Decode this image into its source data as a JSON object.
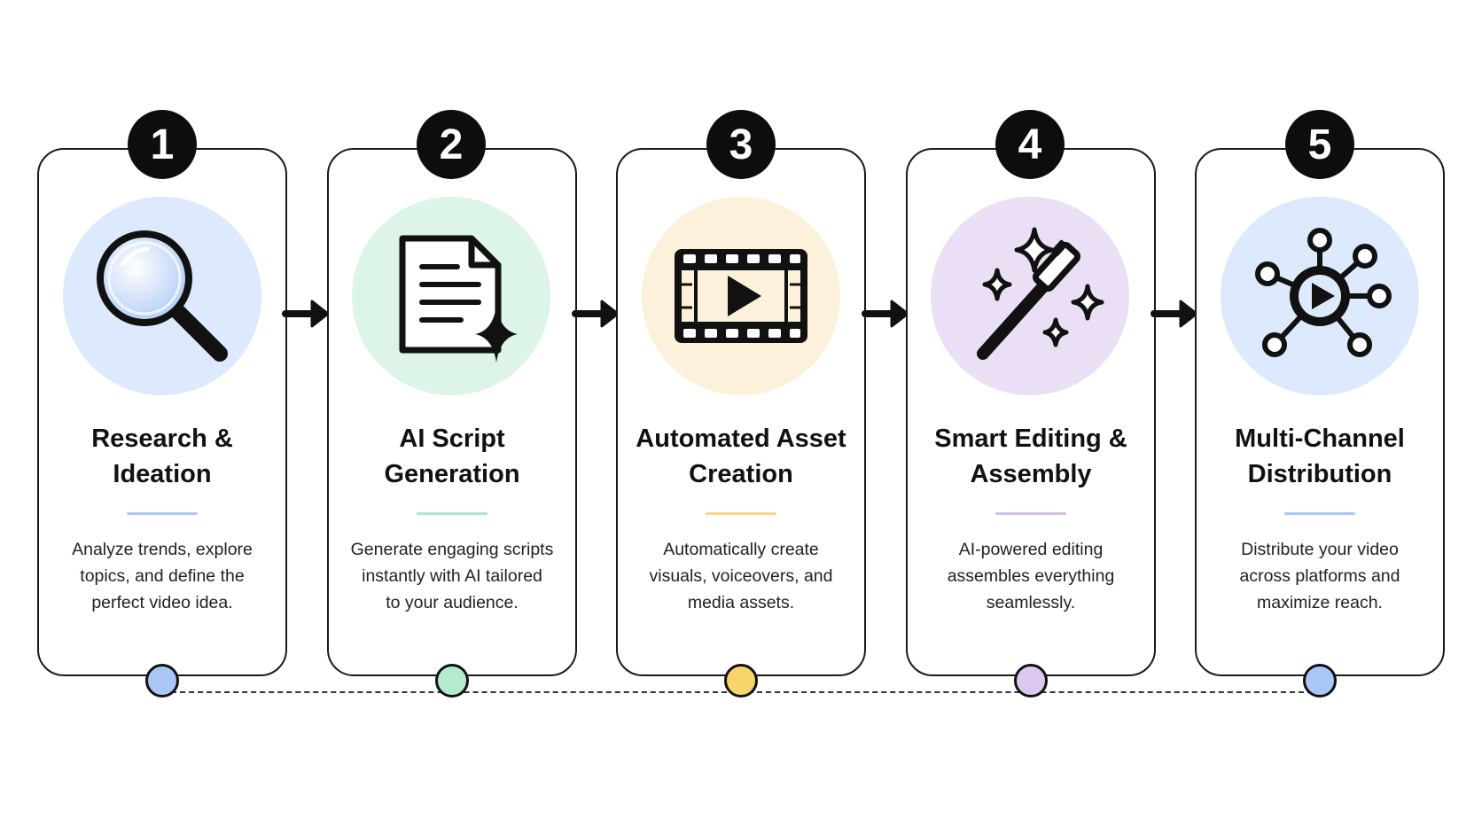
{
  "steps": [
    {
      "number": "1",
      "title_lines": [
        "Research &",
        "Ideation"
      ],
      "desc_lines": [
        "Analyze trends, explore",
        "topics, and define the",
        "perfect video idea."
      ],
      "icon": "magnifying-glass-icon",
      "circle_color": "#dde9fc",
      "accent_color": "#a9c6f6",
      "dot_color": "#a9c6f6"
    },
    {
      "number": "2",
      "title_lines": [
        "AI Script",
        "Generation"
      ],
      "desc_lines": [
        "Generate engaging scripts",
        "instantly with AI tailored",
        "to your audience."
      ],
      "icon": "document-sparkle-icon",
      "circle_color": "#dcf5e7",
      "accent_color": "#b0e6c9",
      "dot_color": "#b4ebce"
    },
    {
      "number": "3",
      "title_lines": [
        "Automated Asset",
        "Creation"
      ],
      "desc_lines": [
        "Automatically create",
        "visuals, voiceovers, and",
        "media assets."
      ],
      "icon": "film-play-icon",
      "circle_color": "#fdf1dc",
      "accent_color": "#f7d58c",
      "dot_color": "#f9d46a"
    },
    {
      "number": "4",
      "title_lines": [
        "Smart Editing &",
        "Assembly"
      ],
      "desc_lines": [
        "AI-powered editing",
        "assembles everything",
        "seamlessly."
      ],
      "icon": "magic-wand-icon",
      "circle_color": "#ebdff5",
      "accent_color": "#d5bde9",
      "dot_color": "#dcc8ef"
    },
    {
      "number": "5",
      "title_lines": [
        "Multi-Channel",
        "Distribution"
      ],
      "desc_lines": [
        "Distribute your video",
        "across platforms and",
        "maximize reach."
      ],
      "icon": "network-play-icon",
      "circle_color": "#dde9fc",
      "accent_color": "#a9c6f6",
      "dot_color": "#a9c6f6"
    }
  ]
}
